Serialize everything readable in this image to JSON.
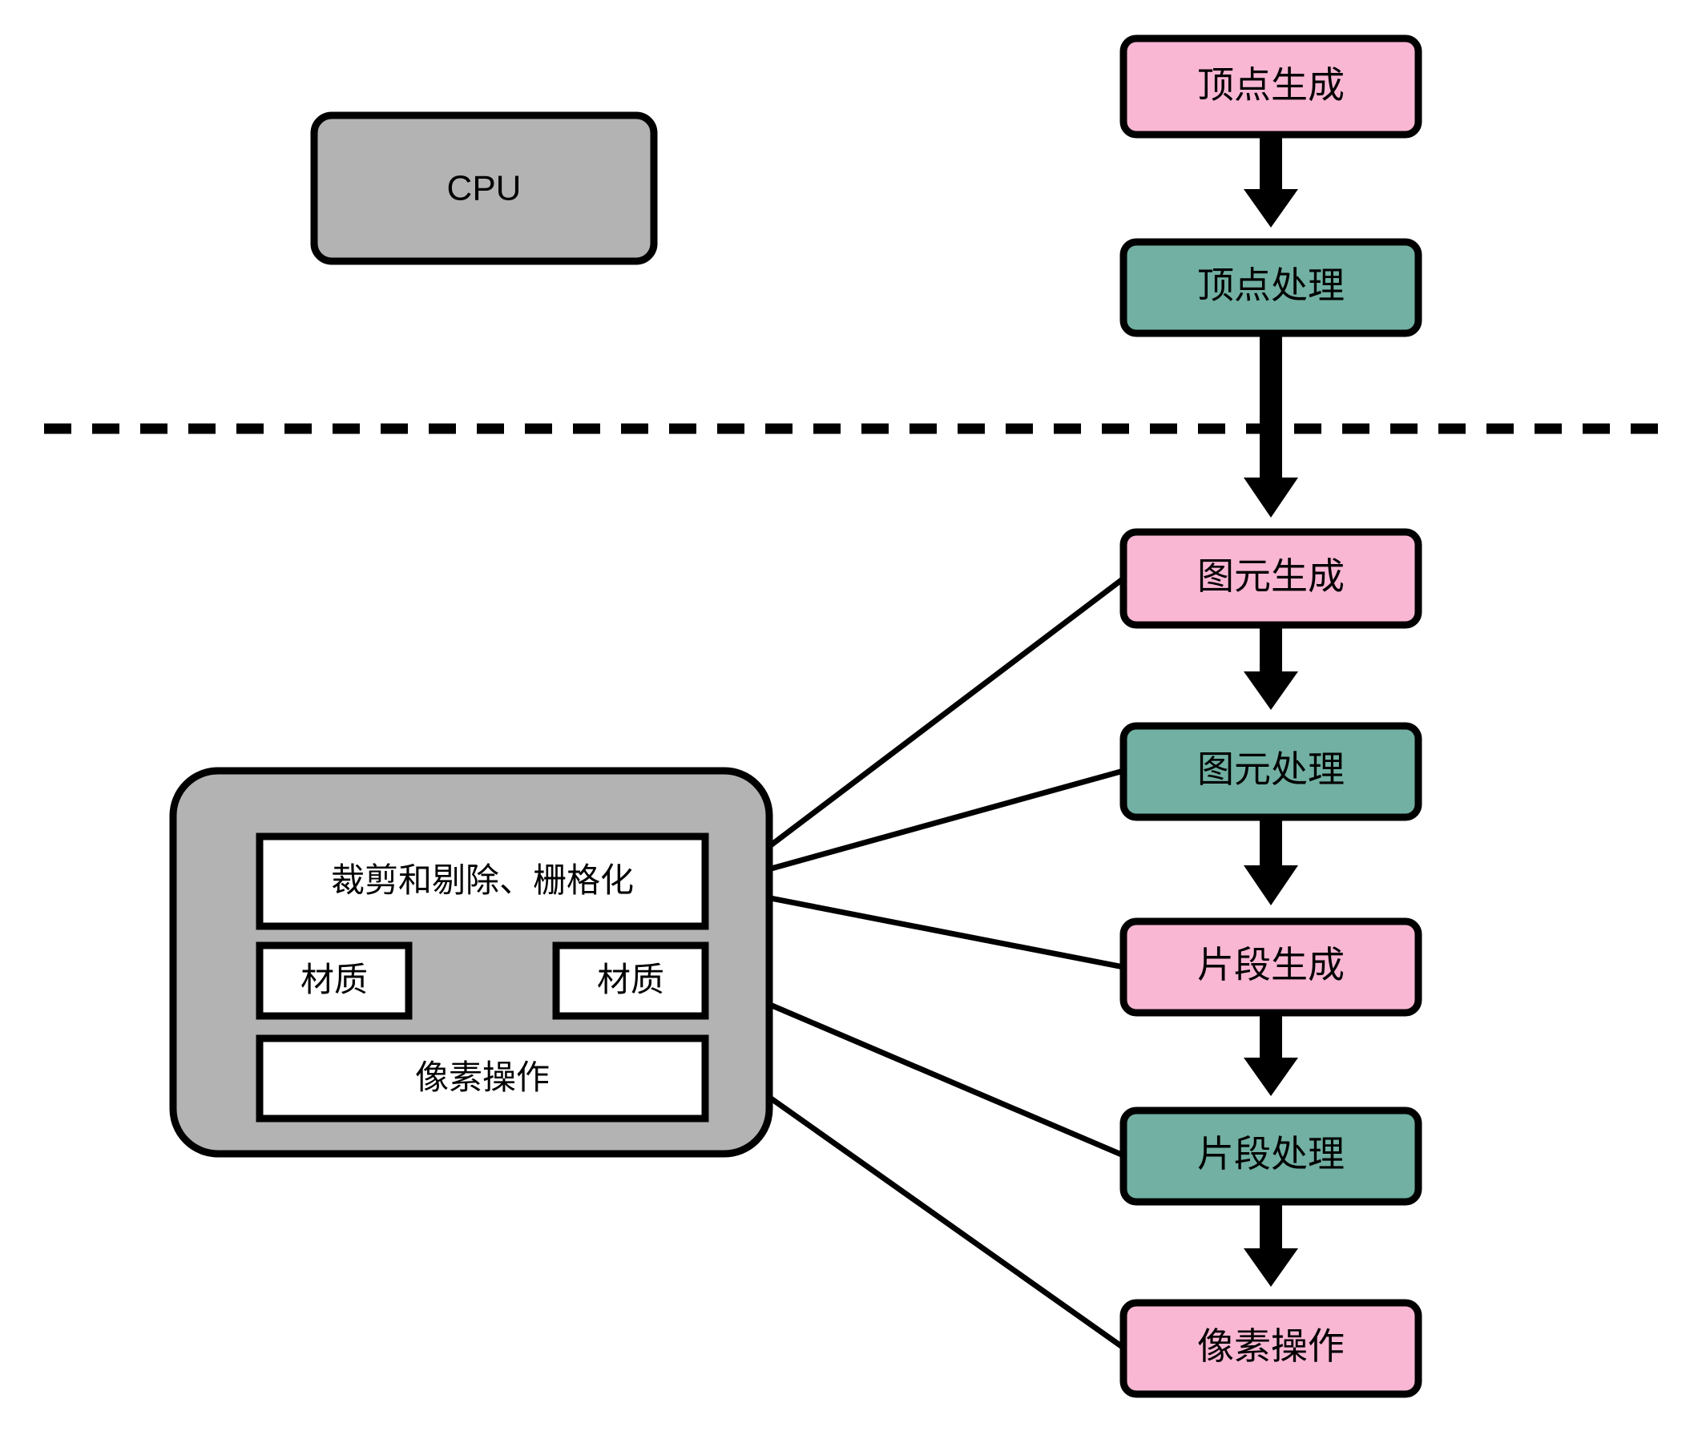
{
  "diagram": {
    "title_present": false,
    "colors": {
      "generation_stage": "#f9b7d4",
      "processing_stage": "#71b0a2",
      "hardware_block": "#b3b3b3",
      "inner_unit": "#ffffff",
      "outline": "#000000",
      "background": "#ffffff"
    },
    "divider": {
      "name": "cpu-gpu-boundary",
      "style": "dashed"
    },
    "cpu_block": {
      "label": "CPU"
    },
    "gpu_block": {
      "units": [
        {
          "id": "clip-cull-raster",
          "label": "裁剪和剔除、栅格化"
        },
        {
          "id": "texture-left",
          "label": "材质"
        },
        {
          "id": "texture-right",
          "label": "材质"
        },
        {
          "id": "pixel-ops-unit",
          "label": "像素操作"
        }
      ]
    },
    "pipeline": {
      "stages": [
        {
          "id": "vertex-generation",
          "label": "顶点生成",
          "kind": "generation"
        },
        {
          "id": "vertex-processing",
          "label": "顶点处理",
          "kind": "processing"
        },
        {
          "id": "primitive-generation",
          "label": "图元生成",
          "kind": "generation"
        },
        {
          "id": "primitive-processing",
          "label": "图元处理",
          "kind": "processing"
        },
        {
          "id": "fragment-generation",
          "label": "片段生成",
          "kind": "generation"
        },
        {
          "id": "fragment-processing",
          "label": "片段处理",
          "kind": "processing"
        },
        {
          "id": "pixel-operations",
          "label": "像素操作",
          "kind": "generation"
        }
      ]
    },
    "mappings": [
      {
        "from": "primitive-generation",
        "to": "clip-cull-raster"
      },
      {
        "from": "primitive-processing",
        "to": "clip-cull-raster"
      },
      {
        "from": "fragment-generation",
        "to": "clip-cull-raster"
      },
      {
        "from": "fragment-processing",
        "to": "texture-right"
      },
      {
        "from": "pixel-operations",
        "to": "pixel-ops-unit"
      }
    ]
  }
}
